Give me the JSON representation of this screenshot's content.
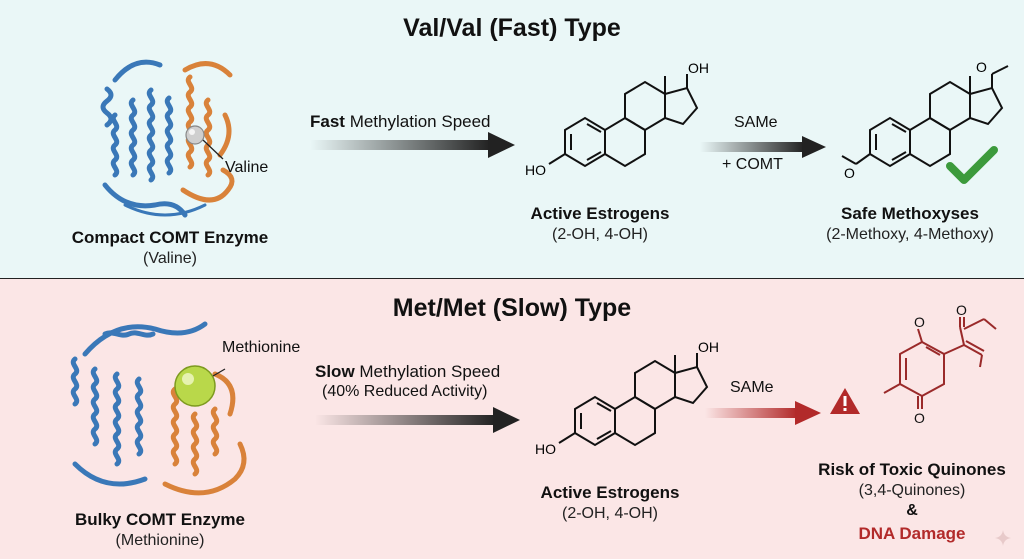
{
  "fast": {
    "title": "Val/Val (Fast) Type",
    "arrow1_bold": "Fast",
    "arrow1_rest": " Methylation Speed",
    "valine_label": "Valine",
    "enzyme_title": "Compact COMT Enzyme",
    "enzyme_sub": "(Valine)",
    "estrogen_title": "Active Estrogens",
    "estrogen_sub": "(2-OH, 4-OH)",
    "arrow2_top": "SAMe",
    "arrow2_bottom": "+ COMT",
    "product_title": "Safe Methoxyses",
    "product_sub": "(2-Methoxy, 4-Methoxy)",
    "oh_label": "OH",
    "ho_label": "HO"
  },
  "slow": {
    "title": "Met/Met (Slow) Type",
    "arrow1_bold": "Slow",
    "arrow1_rest": " Methylation Speed",
    "arrow1_sub": "(40% Reduced Activity)",
    "methionine_label": "Methionine",
    "enzyme_title": "Bulky COMT Enzyme",
    "enzyme_sub": "(Methionine)",
    "estrogen_title": "Active Estrogens",
    "estrogen_sub": "(2-OH, 4-OH)",
    "arrow2_top": "SAMe",
    "product_title": "Risk of Toxic Quinones",
    "product_sub": "(3,4-Quinones)",
    "amp": "&",
    "damage": "DNA Damage",
    "oh_label": "OH",
    "ho_label": "HO",
    "o_top": "O",
    "o_bottom": "O",
    "o_right": "O"
  },
  "colors": {
    "fast_bg": "#eaf7f7",
    "slow_bg": "#fbe6e6",
    "helix_blue": "#3a78b8",
    "helix_orange": "#d9823a",
    "valine_sphere": "#c8c8c8",
    "methionine_sphere": "#b9d84a",
    "check_green": "#3c9a3c",
    "danger_red": "#b22a2a",
    "quinone_red": "#9a2a2a"
  },
  "icons": [
    "protein-structure-icon",
    "check-mark-icon",
    "warning-triangle-icon",
    "sparkle-icon"
  ]
}
